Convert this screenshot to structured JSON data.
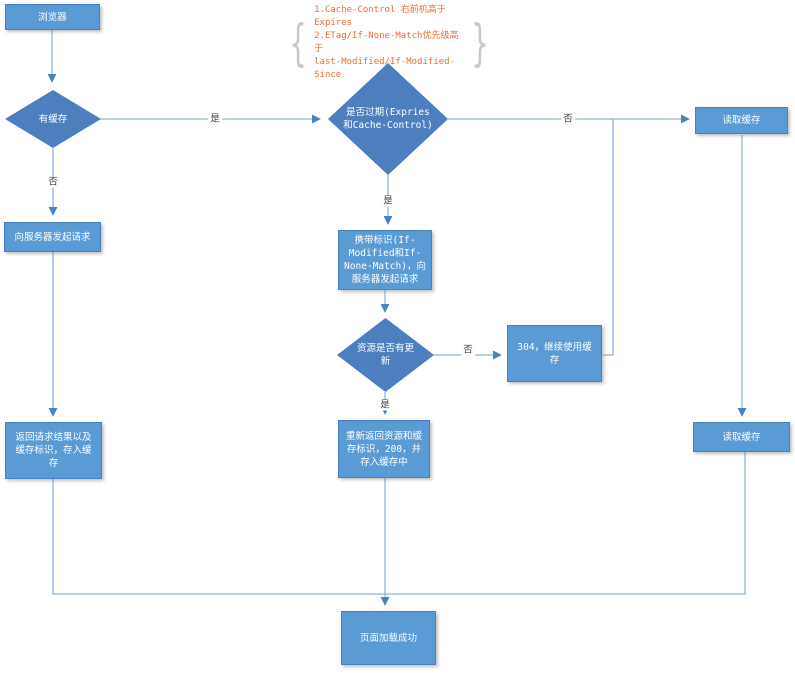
{
  "annotation": {
    "text": "1.Cache-Control 右前机高于Expires\n2.ETag/If-None-Match优先级高于\nlast-Modified/If-Modified-Since",
    "left_brace": "{",
    "right_brace": "}",
    "text_color": "#ed6c30",
    "brace_color": "#c8c8c8"
  },
  "nodes": {
    "browser": {
      "label": "浏览器"
    },
    "has_cache": {
      "label": "有缓存"
    },
    "expired": {
      "label": "是否过期(Expries\n和Cache-Control)"
    },
    "read_cache_top": {
      "label": "读取缓存"
    },
    "request_server": {
      "label": "向服务器发起请求"
    },
    "carry_token": {
      "label": "携带标识(If-\nModified和If-\nNone-Match)，向\n服务器发起请求"
    },
    "resource_updated": {
      "label": "资源是否有更\n新"
    },
    "status_304": {
      "label": "304，继续使用缓\n存"
    },
    "return_result": {
      "label": "返回请求结果以及\n缓存标识，存入缓\n存"
    },
    "return_new": {
      "label": "重新返回资源和缓\n存标识，200，并\n存入缓存中"
    },
    "read_cache_bottom": {
      "label": "读取缓存"
    },
    "page_loaded": {
      "label": "页面加载成功"
    }
  },
  "edge_labels": {
    "yes_has_cache": "是",
    "no_has_cache": "否",
    "no_expired": "否",
    "yes_expired": "是",
    "no_updated": "否",
    "yes_updated": "是"
  },
  "colors": {
    "box_fill": "#5b9bd5",
    "diamond_fill": "#4d7fbe",
    "box_border": "#4a7ebb",
    "connector": "#6ea0d8",
    "arrowhead": "#4a82c0",
    "node_text": "#ffffff",
    "edge_label_text": "#3f3f3f",
    "annotation_text": "#ed6c30",
    "brace": "#c8c8c8",
    "background": "#ffffff"
  }
}
